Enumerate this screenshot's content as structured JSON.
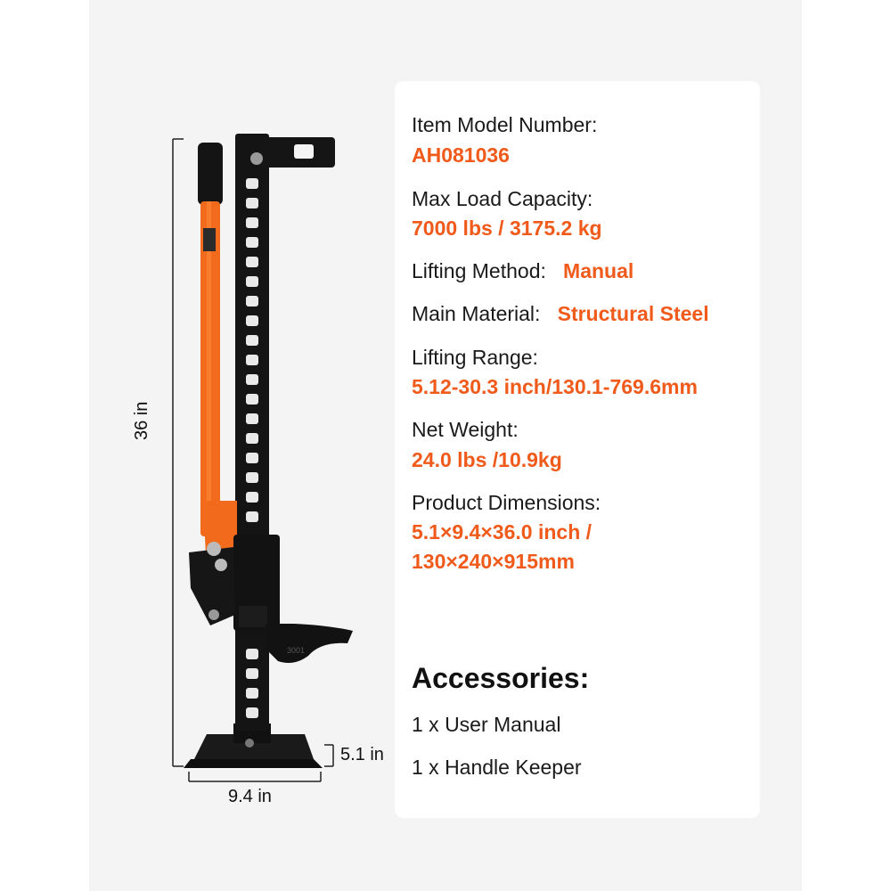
{
  "dimensions": {
    "height": "36 in",
    "width": "9.4 in",
    "depth": "5.1 in"
  },
  "jack": {
    "handle_color": "#f26a1b",
    "steel_color": "#141414",
    "base_stamp": "3001"
  },
  "specs": {
    "model_label": "Item Model Number:",
    "model_value": "AH081036",
    "load_label": "Max Load Capacity:",
    "load_value": "7000 lbs / 3175.2 kg",
    "method_label": "Lifting Method:",
    "method_value": "Manual",
    "material_label": "Main Material:",
    "material_value": "Structural Steel",
    "range_label": "Lifting Range:",
    "range_value": "5.12-30.3 inch/130.1-769.6mm",
    "weight_label": "Net Weight:",
    "weight_value": "24.0 lbs /10.9kg",
    "dims_label": "Product Dimensions:",
    "dims_value_1": "5.1×9.4×36.0 inch /",
    "dims_value_2": "130×240×915mm"
  },
  "accessories": {
    "title": "Accessories:",
    "items": [
      "1 x User Manual",
      "1 x Handle Keeper"
    ]
  },
  "colors": {
    "accent": "#f05a1a",
    "background": "#f4f4f4",
    "card": "#ffffff"
  }
}
